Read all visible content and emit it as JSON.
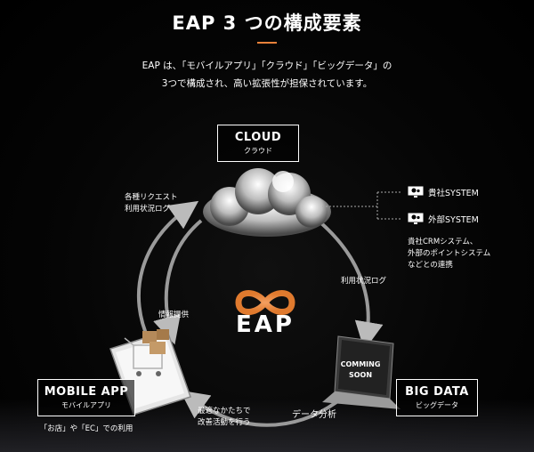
{
  "header": {
    "title": "EAP 3 つの構成要素",
    "intro_line1": "EAP は、「モバイルアプリ」「クラウド」「ビッグデータ」の",
    "intro_line2": "3つで構成され、高い拡張性が担保されています。"
  },
  "nodes": {
    "cloud": {
      "en": "CLOUD",
      "jp": "クラウド"
    },
    "mobile": {
      "en": "MOBILE APP",
      "jp": "モバイルアプリ",
      "usage": "「お店」や「EC」での利用"
    },
    "bigdata": {
      "en": "BIG DATA",
      "jp": "ビッグデータ",
      "coming_line1": "COMMING",
      "coming_line2": "SOON"
    }
  },
  "center": {
    "logo_text": "EAP"
  },
  "flows": {
    "mobile_to_cloud_line1": "各種リクエスト",
    "mobile_to_cloud_line2": "利用状況ログ",
    "cloud_to_mobile": "情報提供",
    "cloud_to_bigdata": "利用状況ログ",
    "bigdata_to_mobile": "データ分析",
    "improvement_line1": "最適なかたちで",
    "improvement_line2": "改善活動を行う"
  },
  "systems": {
    "items": [
      "貴社SYSTEM",
      "外部SYSTEM"
    ],
    "note_line1": "貴社CRMシステム、",
    "note_line2": "外部のポイントシステム",
    "note_line3": "などとの連携"
  },
  "colors": {
    "accent": "#e8813a",
    "line": "#cccccc",
    "background": "#000000"
  },
  "icons": {
    "system_icon": "monitor-gear-icon",
    "logo": "infinity-logo-icon"
  }
}
